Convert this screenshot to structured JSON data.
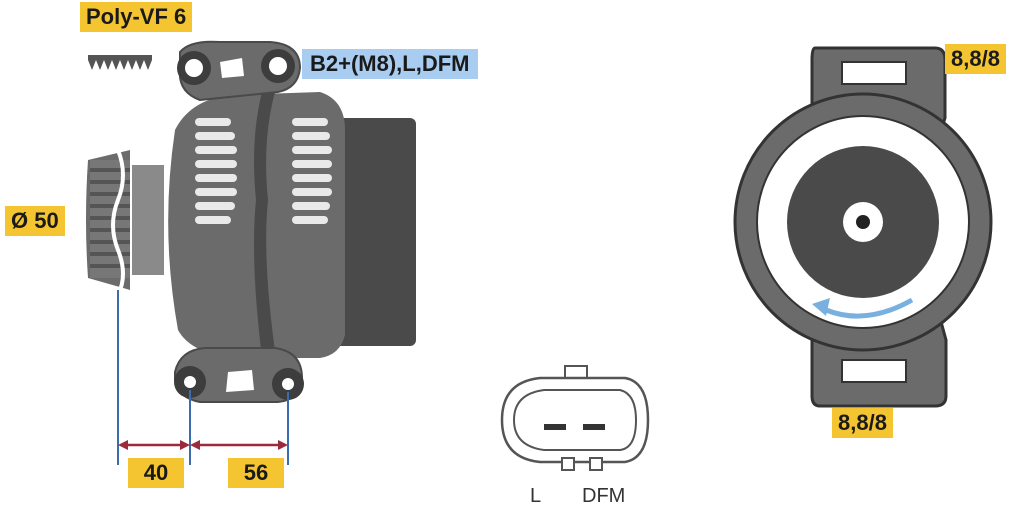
{
  "labels": {
    "belt": "Poly-VF 6",
    "connections": "B2+(M8),L,DFM",
    "pulley_diameter": "Ø 50",
    "dim_left": "40",
    "dim_right": "56",
    "mount_top": "8,8/8",
    "mount_bottom": "8,8/8",
    "pin_l": "L",
    "pin_dfm": "DFM"
  },
  "colors": {
    "label_yellow": "#f4c531",
    "label_blue": "#a8cdf0",
    "body_gray": "#6b6b6b",
    "dark_gray": "#4a4a4a",
    "dimension_red": "#9b2a3a",
    "dimension_blue": "#3a6db0",
    "arrow_blue": "#7ab0e0"
  }
}
